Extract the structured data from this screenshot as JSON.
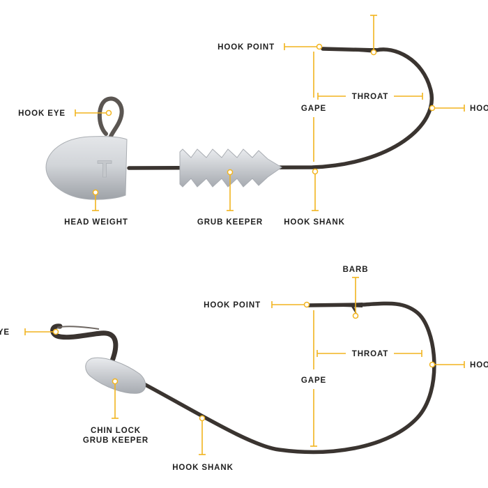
{
  "colors": {
    "accent": "#f2b41e",
    "wire": "#3a3430",
    "lead": "#c9ccd0",
    "text": "#1f1f1f"
  },
  "top": {
    "hook_point": "HOOK POINT",
    "hook_eye": "HOOK EYE",
    "throat": "THROAT",
    "gape": "GAPE",
    "hook_cut": "HOO",
    "head_weight": "HEAD WEIGHT",
    "grub_keeper": "GRUB KEEPER",
    "hook_shank": "HOOK SHANK",
    "logo_mark": "T"
  },
  "bottom": {
    "barb": "BARB",
    "hook_point": "HOOK POINT",
    "eye_cut": "YE",
    "throat": "THROAT",
    "gape": "GAPE",
    "hook_cut": "HOO",
    "chin_lock_line1": "CHIN LOCK",
    "chin_lock_line2": "GRUB KEEPER",
    "hook_shank": "HOOK SHANK"
  }
}
